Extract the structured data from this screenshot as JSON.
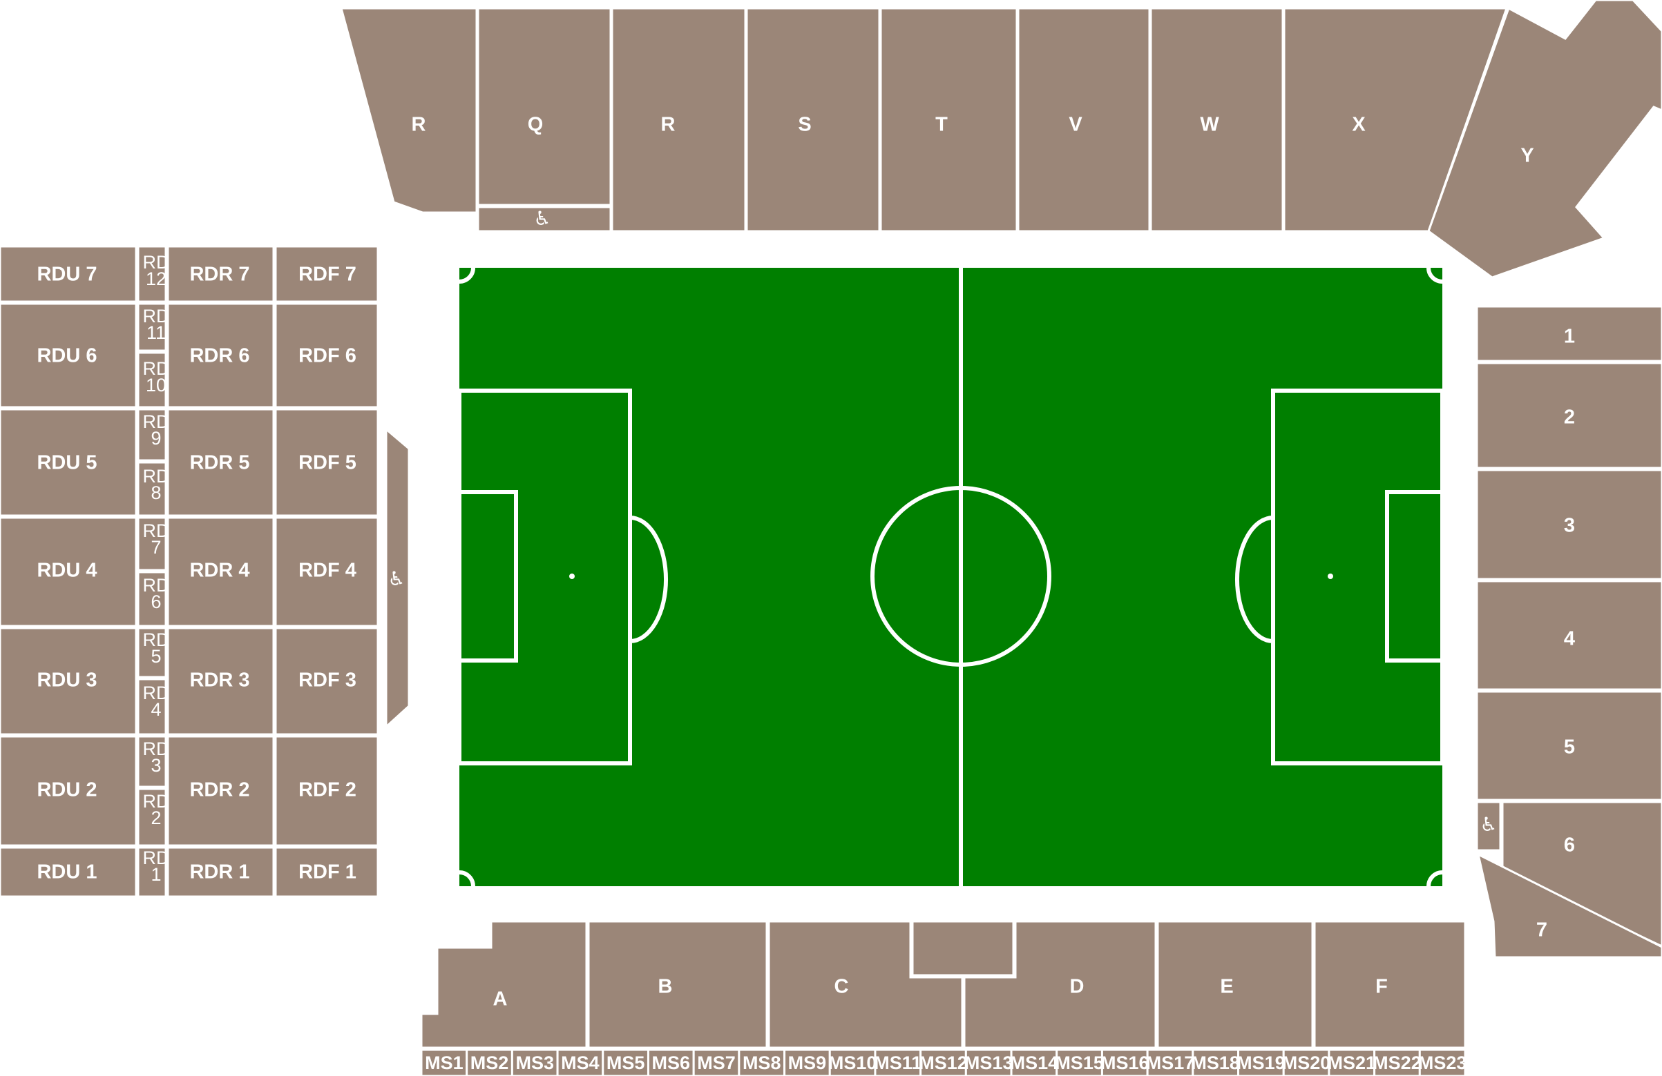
{
  "colors": {
    "section": "#9b8678",
    "pitch": "#007f00",
    "lines": "#ffffff",
    "text": "#ffffff"
  },
  "icons": {
    "wheelchair": "wheelchair-icon",
    "wheelchair_glyph": "♿"
  },
  "north_stand": {
    "sections": [
      "R",
      "Q",
      "R",
      "S",
      "T",
      "V",
      "W",
      "X",
      "Y"
    ]
  },
  "west_stand": {
    "rdu": [
      "RDU 7",
      "RDU 6",
      "RDU 5",
      "RDU 4",
      "RDU 3",
      "RDU 2",
      "RDU 1"
    ],
    "rdr": [
      "RDR 7",
      "RDR 6",
      "RDR 5",
      "RDR 4",
      "RDR 3",
      "RDR 2",
      "RDR 1"
    ],
    "rdf": [
      "RDF 7",
      "RDF 6",
      "RDF 5",
      "RDF 4",
      "RDF 3",
      "RDF 2",
      "RDF 1"
    ],
    "rd_boxes": [
      [
        "RD",
        "12"
      ],
      [
        "RD",
        "11"
      ],
      [
        "RD",
        "10"
      ],
      [
        "RD",
        "9"
      ],
      [
        "RD",
        "8"
      ],
      [
        "RD",
        "7"
      ],
      [
        "RD",
        "6"
      ],
      [
        "RD",
        "5"
      ],
      [
        "RD",
        "4"
      ],
      [
        "RD",
        "3"
      ],
      [
        "RD",
        "2"
      ],
      [
        "RD",
        "1"
      ]
    ]
  },
  "east_stand": {
    "sections": [
      "1",
      "2",
      "3",
      "4",
      "5",
      "6",
      "7"
    ]
  },
  "south_stand": {
    "sections": [
      "A",
      "B",
      "C",
      "D",
      "E",
      "F"
    ],
    "ms": [
      "MS1",
      "MS2",
      "MS3",
      "MS4",
      "MS5",
      "MS6",
      "MS7",
      "MS8",
      "MS9",
      "MS10",
      "MS11",
      "MS12",
      "MS13",
      "MS14",
      "MS15",
      "MS16",
      "MS17",
      "MS18",
      "MS19",
      "MS20",
      "MS21",
      "MS22",
      "MS23"
    ]
  }
}
